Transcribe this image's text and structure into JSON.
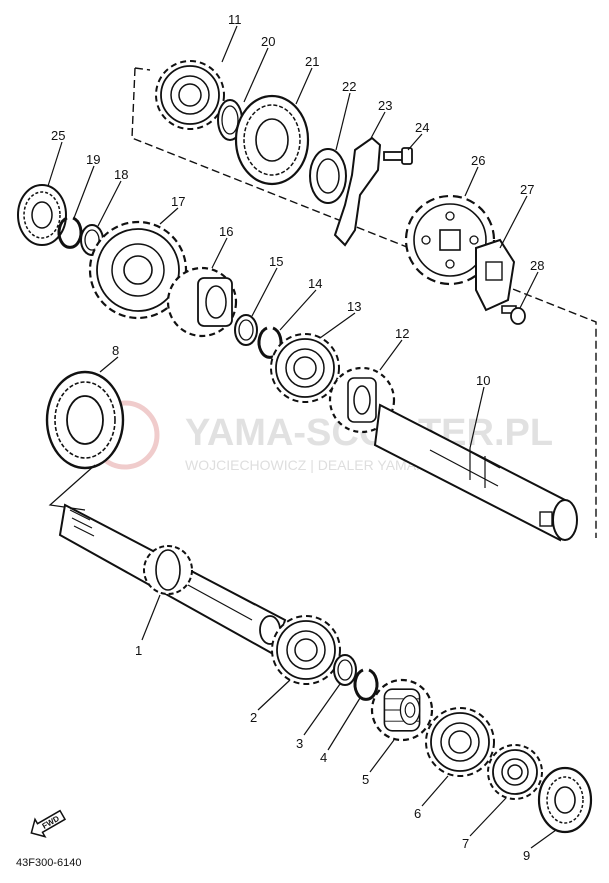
{
  "diagram": {
    "part_code": "43F300-6140",
    "fwd_label": "FWD",
    "watermark": {
      "title": "YAMA-SCOOTER.PL",
      "subtitle": "WOJCIECHOWICZ | DEALER YAMAHA"
    },
    "callouts": [
      "1",
      "2",
      "3",
      "4",
      "5",
      "6",
      "7",
      "8",
      "9",
      "10",
      "11",
      "12",
      "13",
      "14",
      "15",
      "16",
      "17",
      "18",
      "19",
      "20",
      "21",
      "22",
      "23",
      "24",
      "25",
      "26",
      "27",
      "28"
    ],
    "colors": {
      "line": "#111111",
      "watermark_accent": "#e3a3a3"
    }
  }
}
